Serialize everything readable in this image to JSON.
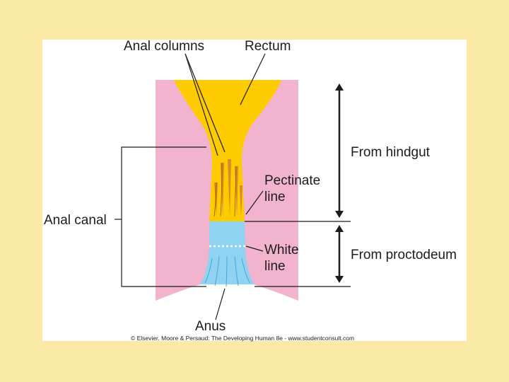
{
  "colors": {
    "slide_background": "#fbe9a6",
    "panel_background": "#ffffff",
    "tissue_pink": "#f2b3cf",
    "hindgut_yellow": "#fecb00",
    "proctodeum_blue": "#8fd3f2",
    "column_orange": "#d9882a",
    "line_color": "#1c1c1c"
  },
  "diagram": {
    "labels": {
      "anal_columns": "Anal columns",
      "rectum": "Rectum",
      "from_hindgut": "From hindgut",
      "pectinate_line_1": "Pectinate",
      "pectinate_line_2": "line",
      "anal_canal": "Anal canal",
      "white_line_1": "White",
      "white_line_2": "line",
      "from_proctodeum": "From proctodeum",
      "anus": "Anus"
    },
    "credit": "© Elsevier. Moore & Persaud: The Developing Human 8e - www.studentconsult.com"
  }
}
